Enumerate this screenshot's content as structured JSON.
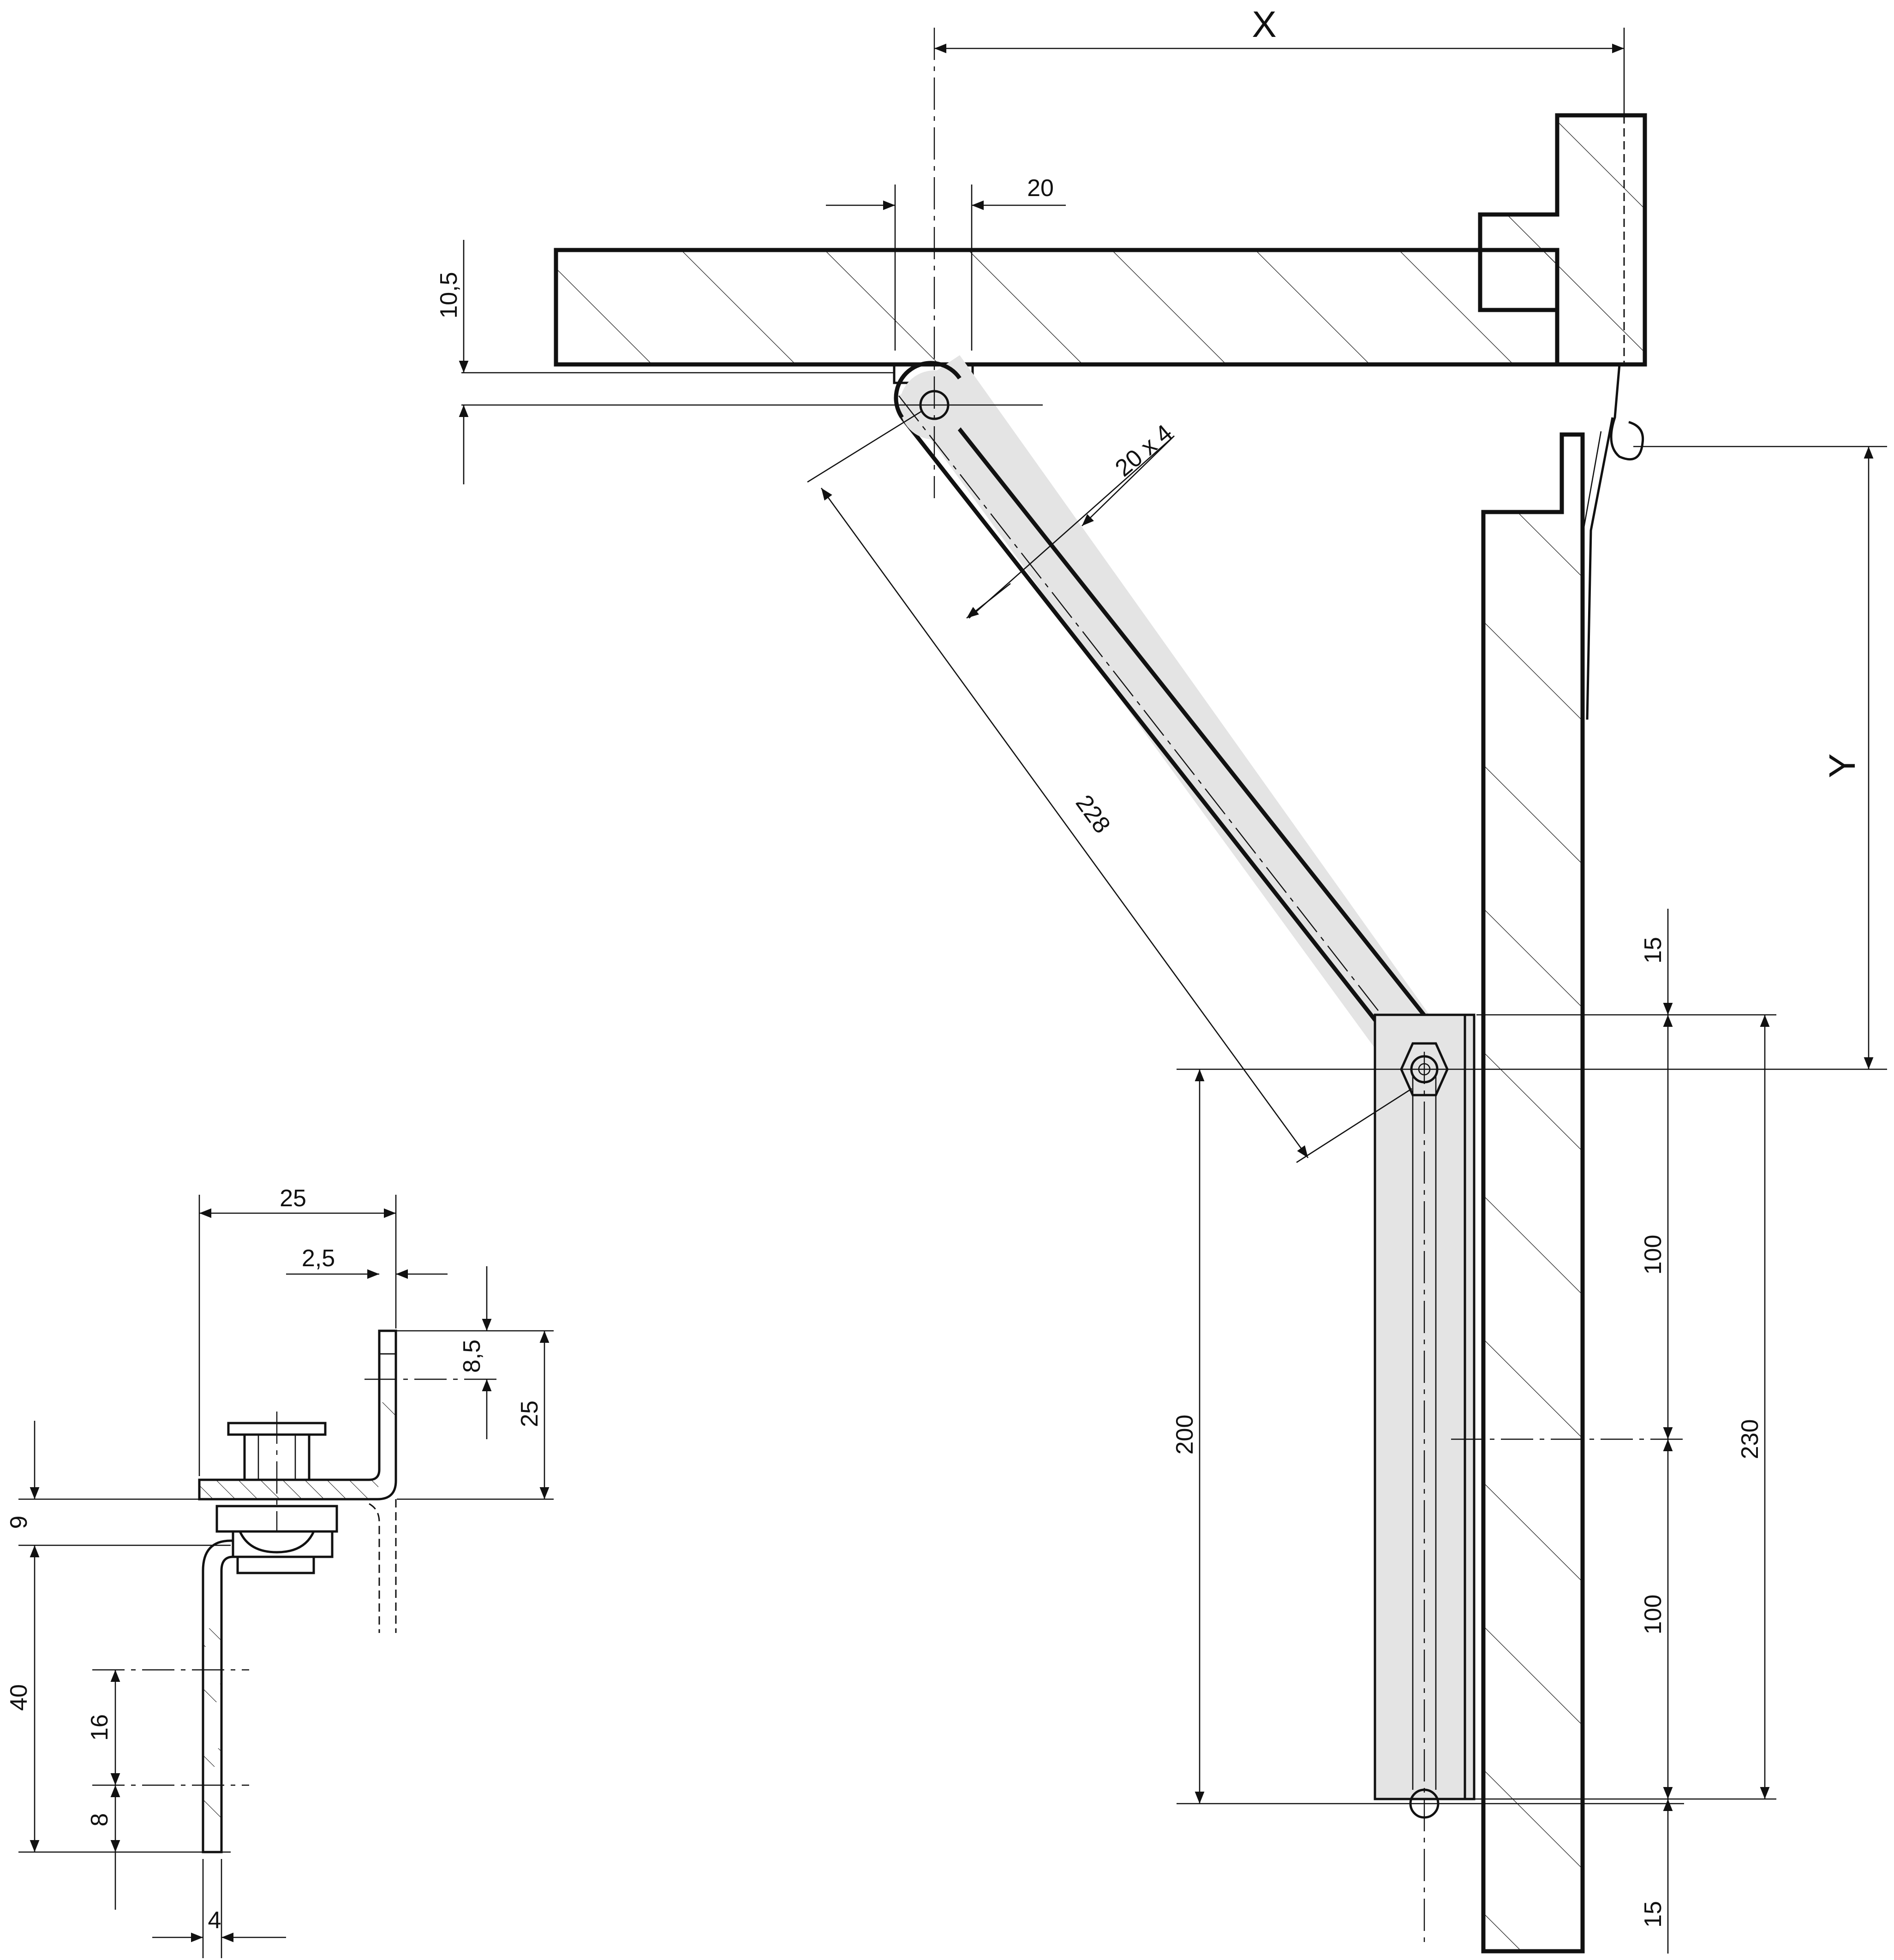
{
  "drawing": {
    "dimensions": {
      "x_label": "X",
      "y_label": "Y",
      "hole_offset": "20",
      "board_thickness": "10,5",
      "arm_section": "20 x 4",
      "arm_length": "228",
      "slot_top_margin": "15",
      "slot_upper_segment": "100",
      "slot_lower_segment": "100",
      "slot_bottom_margin": "15",
      "rail_length": "230",
      "slot_travel": "200"
    },
    "detail": {
      "width_total": "25",
      "bend_offset": "2,5",
      "upper_hole": "8,5",
      "upper_height": "25",
      "nut_height": "9",
      "lower_height": "40",
      "hole_spacing": "16",
      "hole_edge": "8",
      "sheet_thickness": "4"
    }
  }
}
